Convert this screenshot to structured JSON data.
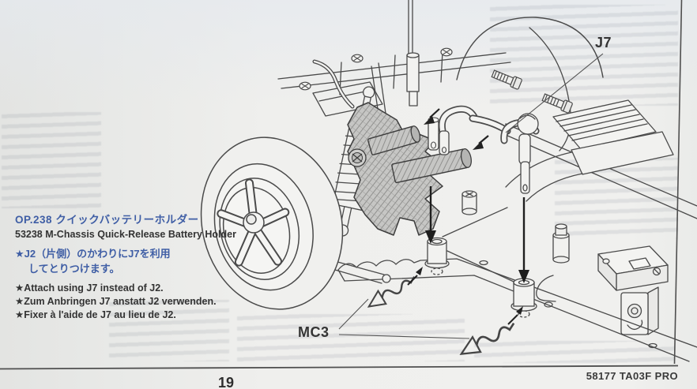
{
  "info_box": {
    "title_jp": "OP.238 クイックバッテリーホルダー",
    "subtitle_en": "53238 M-Chassis Quick-Release Battery Holder",
    "note_jp_line1": "★J2（片側）のかわりにJ7を利用",
    "note_jp_line2": "してとりつけます。",
    "note_en": "★Attach using J7 instead of J2.",
    "note_de": "★Zum Anbringen J7 anstatt J2 verwenden.",
    "note_fr": "★Fixer à l'aide de J7 au lieu de J2."
  },
  "diagram": {
    "labels": {
      "j7": "J7",
      "mc3": "MC3"
    }
  },
  "footer": {
    "product_code": "58177 TA03F PRO",
    "page_number": "19"
  },
  "colors": {
    "accent_blue": "#3f5ea5",
    "ink": "#4a4a4a",
    "paper": "#efefed",
    "holder_gray": "#c6c6c4"
  }
}
